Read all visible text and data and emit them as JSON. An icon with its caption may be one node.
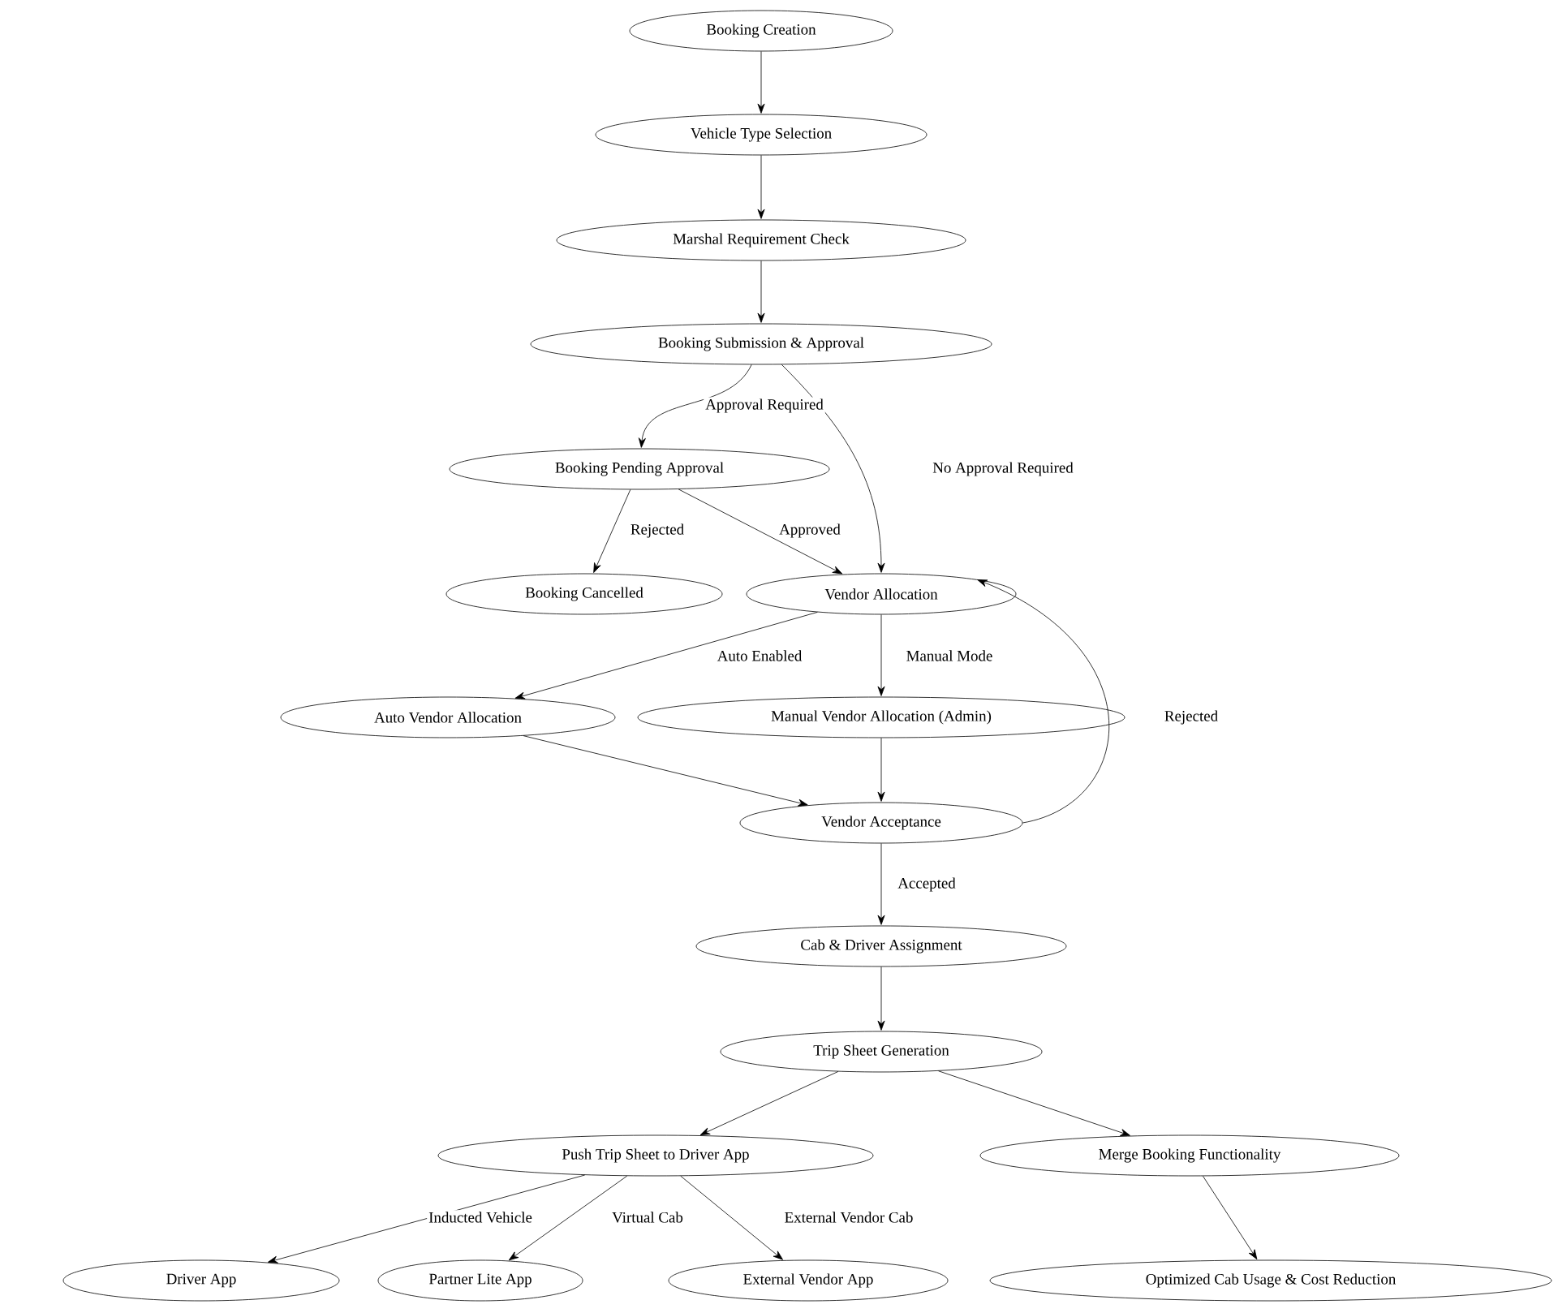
{
  "diagram": {
    "nodes": [
      {
        "text": [
          "Booking Creation"
        ]
      },
      {
        "text": [
          "Vehicle Type Selection"
        ]
      },
      {
        "text": [
          "Marshal Requirement Check"
        ]
      },
      {
        "text": [
          "Booking Submission & Approval"
        ]
      },
      {
        "text": [
          "Booking Pending Approval"
        ]
      },
      {
        "text": [
          "Booking Cancelled"
        ]
      },
      {
        "text": [
          "Vendor Allocation"
        ]
      },
      {
        "text": [
          "Auto Vendor Allocation"
        ]
      },
      {
        "text": [
          "Manual Vendor Allocation (Admin)"
        ]
      },
      {
        "text": [
          "Vendor Acceptance"
        ]
      },
      {
        "text": [
          "Cab & Driver Assignment"
        ]
      },
      {
        "text": [
          "Trip Sheet Generation"
        ]
      },
      {
        "text": [
          "Push Trip Sheet to Driver App"
        ]
      },
      {
        "text": [
          "Merge Booking Functionality"
        ]
      },
      {
        "text": [
          "Driver App"
        ]
      },
      {
        "text": [
          "Partner Lite App"
        ]
      },
      {
        "text": [
          "External Vendor App"
        ]
      },
      {
        "text": [
          "Optimized Cab Usage & Cost Reduction"
        ]
      }
    ],
    "edges": [
      {
        "from": 0,
        "to": 1,
        "arrow": "to"
      },
      {
        "from": 1,
        "to": 2,
        "arrow": "to"
      },
      {
        "from": 2,
        "to": 3,
        "arrow": "to"
      },
      {
        "from": 3,
        "to": 4,
        "arrow": "to",
        "label": "Approval Required"
      },
      {
        "from": 3,
        "to": 6,
        "arrow": "to",
        "label": "No Approval Required"
      },
      {
        "from": 4,
        "to": 5,
        "arrow": "to",
        "label": "Rejected"
      },
      {
        "from": 4,
        "to": 6,
        "arrow": "to",
        "label": "Approved"
      },
      {
        "from": 6,
        "to": 7,
        "arrow": "to",
        "label": "Auto Enabled"
      },
      {
        "from": 6,
        "to": 8,
        "arrow": "to",
        "label": "Manual Mode"
      },
      {
        "from": 7,
        "to": 9,
        "arrow": "to"
      },
      {
        "from": 8,
        "to": 9,
        "arrow": "to"
      },
      {
        "from": 9,
        "to": 6,
        "arrow": "to",
        "label": "Rejected"
      },
      {
        "from": 9,
        "to": 10,
        "arrow": "to",
        "label": "Accepted"
      },
      {
        "from": 10,
        "to": 11,
        "arrow": "to"
      },
      {
        "from": 11,
        "to": 12,
        "arrow": "to"
      },
      {
        "from": 11,
        "to": 13,
        "arrow": "to"
      },
      {
        "from": 12,
        "to": 14,
        "arrow": "to",
        "label": "Inducted Vehicle"
      },
      {
        "from": 12,
        "to": 15,
        "arrow": "to",
        "label": "Virtual Cab"
      },
      {
        "from": 12,
        "to": 16,
        "arrow": "to",
        "label": "External Vendor Cab"
      },
      {
        "from": 13,
        "to": 17,
        "arrow": "to"
      }
    ]
  }
}
